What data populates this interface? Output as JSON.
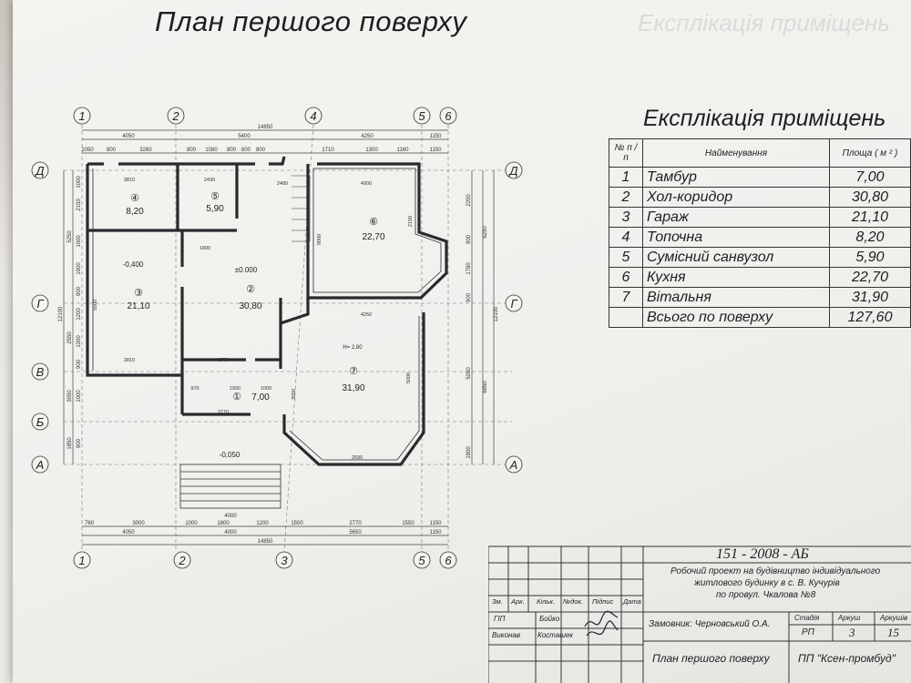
{
  "plan": {
    "title": "План першого поверху",
    "axes": {
      "top_labels": [
        "1",
        "2",
        "4",
        "5",
        "6"
      ],
      "bottom_labels": [
        "1",
        "2",
        "3",
        "5",
        "6"
      ],
      "left_labels": [
        "Д",
        "Г",
        "В",
        "Б",
        "А"
      ],
      "right_labels": [
        "Д",
        "Г",
        "А"
      ]
    },
    "dims": {
      "top_overall": "14850",
      "top_row1": [
        "4050",
        "5400",
        "4250",
        "1150"
      ],
      "top_row2": [
        "1050",
        "800",
        "3260",
        "800",
        "1080",
        "800",
        "600",
        "800",
        "1710",
        "1300",
        "1160",
        "1150"
      ],
      "bottom_row1": [
        "760",
        "3000",
        "1000",
        "1800",
        "1200",
        "1500",
        "2770",
        "1550",
        "1150"
      ],
      "bottom_row2": [
        "4050",
        "4000",
        "5650",
        "1150"
      ],
      "bottom_overall": "14850",
      "porch_width": "4000",
      "left_outer": [
        "12100"
      ],
      "left_mid": [
        "5250",
        "2550",
        "3050",
        "1850"
      ],
      "left_inner": [
        "1000",
        "2150",
        "1000",
        "1900",
        "900",
        "1200",
        "1000",
        "900",
        "1000",
        "900"
      ],
      "right_outer": [
        "12100"
      ],
      "right_mid": [
        "6250",
        "6850"
      ],
      "right_inner": [
        "2200",
        "900",
        "1780",
        "900",
        "5050",
        "1800"
      ]
    },
    "rooms": [
      {
        "num": "④",
        "area": "8,20"
      },
      {
        "num": "⑤",
        "area": "5,90"
      },
      {
        "num": "③",
        "area": "21,10"
      },
      {
        "num": "②",
        "area": "30,80"
      },
      {
        "num": "⑥",
        "area": "22,70"
      },
      {
        "num": "⑦",
        "area": "31,90"
      },
      {
        "num": "①",
        "area": "7,00"
      }
    ],
    "levels": {
      "garage": "-0,400",
      "hall": "±0.000",
      "porch": "-0,050",
      "height": "H= 2,80"
    },
    "inner_dims": [
      "3810",
      "2430",
      "2480",
      "4000",
      "2150",
      "4250",
      "3810",
      "3770",
      "3770",
      "1900",
      "970",
      "1000",
      "2590",
      "1800",
      "9000",
      "5000",
      "5500",
      "2510",
      "3050"
    ]
  },
  "explication": {
    "title": "Експлікація приміщень",
    "headers": {
      "num": "№ п / п",
      "name": "Найменування",
      "area": "Площа ( м ² )"
    },
    "rows": [
      {
        "num": "1",
        "name": "Тамбур",
        "area": "7,00"
      },
      {
        "num": "2",
        "name": "Хол-коридор",
        "area": "30,80"
      },
      {
        "num": "3",
        "name": "Гараж",
        "area": "21,10"
      },
      {
        "num": "4",
        "name": "Топочна",
        "area": "8,20"
      },
      {
        "num": "5",
        "name": "Сумісний санвузол",
        "area": "5,90"
      },
      {
        "num": "6",
        "name": "Кухня",
        "area": "22,70"
      },
      {
        "num": "7",
        "name": "Вітальня",
        "area": "31,90"
      }
    ],
    "total": {
      "name": "Всього по поверху",
      "area": "127,60"
    }
  },
  "stamp": {
    "code": "151 - 2008 - АБ",
    "project": [
      "Робочий проект на будівництво індивідуального",
      "житлового будинку в с. В. Кучурів",
      "по провул. Чкалова №8"
    ],
    "customer": "Замовник: Черновський О.А.",
    "stage_label": "Стадія",
    "sheet_label": "Аркуш",
    "sheets_label": "Аркушів",
    "stage": "РП",
    "sheet": "3",
    "sheets": "15",
    "sheet_title": "План першого поверху",
    "org": "ПП \"Ксен-промбуд\"",
    "cols": [
      "Зм.",
      "Арк.",
      "Кільк.",
      "№док.",
      "Підпис",
      "Дата"
    ],
    "roles": [
      {
        "role": "ГІП",
        "name": "Бойко"
      },
      {
        "role": "Виконав",
        "name": "Косташек"
      }
    ]
  }
}
